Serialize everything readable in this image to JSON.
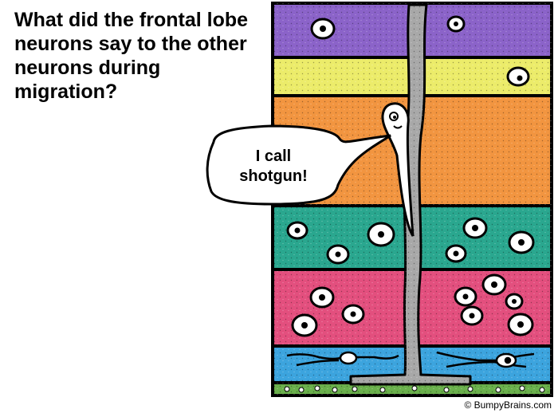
{
  "question": "What did the frontal lobe neurons say to the other neurons during migration?",
  "speech_bubble": "I call\nshotgun!",
  "credit": "© BumpyBrains.com",
  "colors": {
    "layer1": "#8b63c9",
    "layer2": "#ecec6a",
    "layer3": "#f29540",
    "layer4": "#2aa78f",
    "layer5": "#e34f7e",
    "layer6": "#3ca4de",
    "base": "#6ab04c",
    "glia": "#a8a8a8"
  }
}
